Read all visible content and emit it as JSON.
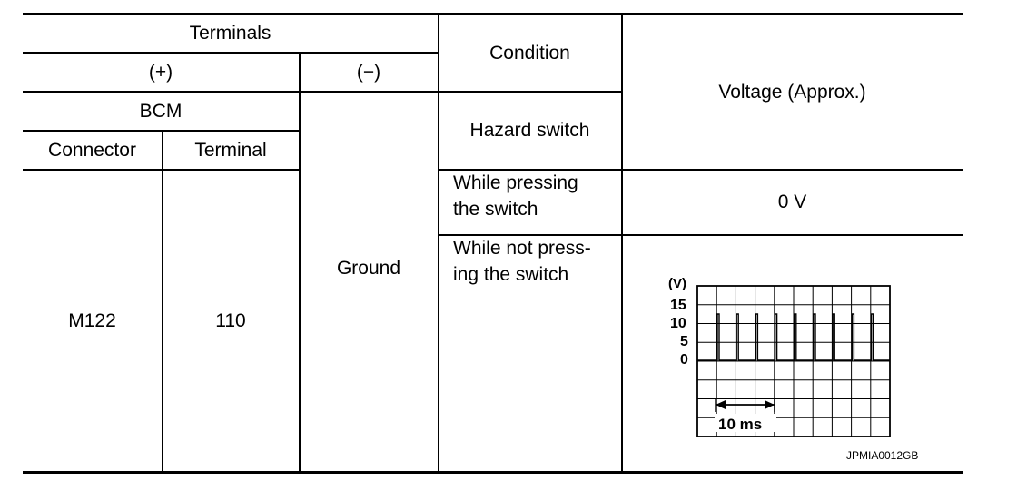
{
  "table": {
    "header": {
      "terminals": "Terminals",
      "plus": "(+)",
      "minus": "(−)",
      "condition": "Condition",
      "voltage": "Voltage (Approx.)",
      "bcm": "BCM",
      "connector": "Connector",
      "terminal": "Terminal",
      "hazard_switch": "Hazard switch"
    },
    "row": {
      "connector": "M122",
      "terminal": "110",
      "ground": "Ground",
      "conditions": [
        {
          "line1": "While pressing",
          "line2": "the switch",
          "voltage": "0 V"
        },
        {
          "line1": "While not press-",
          "line2": "ing the switch",
          "voltage": ""
        }
      ]
    }
  },
  "waveform": {
    "unit_label": "(V)",
    "y_ticks": [
      "15",
      "10",
      "5",
      "0"
    ],
    "time_label": "10 ms",
    "figure_code": "JPMIA0012GB"
  }
}
